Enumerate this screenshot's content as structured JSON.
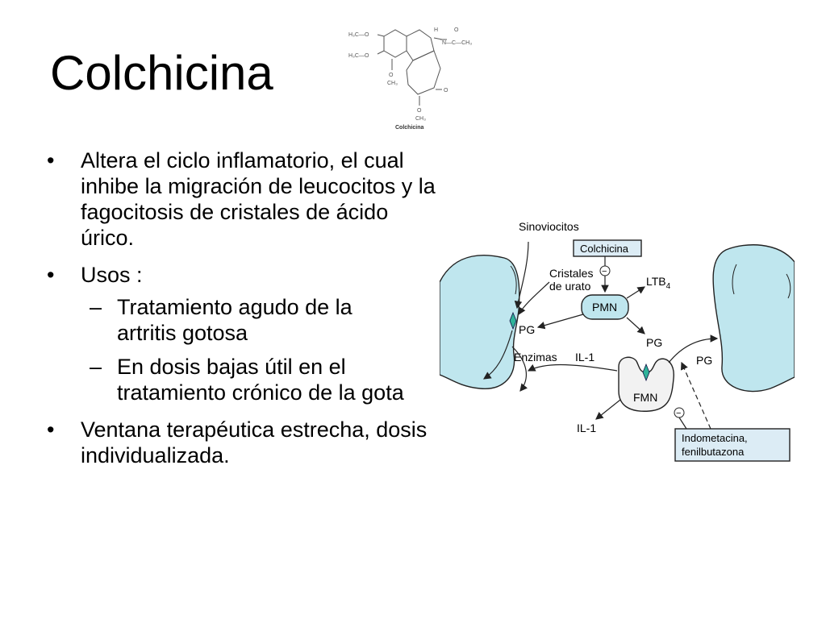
{
  "slide": {
    "title": "Colchicina",
    "bullets": [
      "Altera el ciclo inflamatorio, el cual inhibe la migración de leucocitos y la fagocitosis de cristales de ácido úrico.",
      "Usos :"
    ],
    "sub_bullets": [
      "Tratamiento agudo de la artritis gotosa",
      "En dosis bajas útil en el tratamiento crónico de la gota"
    ],
    "last_bullet": "Ventana terapéutica estrecha, dosis individualizada.",
    "bullet_symbol": "•",
    "sub_symbol": "–"
  },
  "structure": {
    "caption": "Colchicina",
    "labels": {
      "methoxy1": "H₃C—O",
      "methoxy2": "H₃C—O",
      "o_low": "O",
      "ch3_low": "CH₃",
      "h": "H",
      "o_top": "O",
      "n_acyl": "N—C—CH₃",
      "o_ketone": "O",
      "o_methoxy": "O",
      "ch3_methoxy": "CH₃"
    }
  },
  "diagram": {
    "labels": {
      "sinoviocitos": "Sinoviocitos",
      "colchicina": "Colchicina",
      "cristales": "Cristales",
      "de_urato": "de urato",
      "ltb4": "LTB",
      "ltb4_sub": "4",
      "pmn": "PMN",
      "pg_left": "PG",
      "pg_right": "PG",
      "pg_far": "PG",
      "enzimas": "Enzimas",
      "il1_top": "IL-1",
      "il1_bottom": "IL-1",
      "fmn": "FMN",
      "indometacina": "Indometacina,",
      "fenilbutazona": "fenilbutazona",
      "minus": "−"
    },
    "colors": {
      "cell_fill": "#bfe6ee",
      "box_fill": "#dcecf5",
      "crystal": "#2fb39a",
      "fmn_fill": "#f2f2f2"
    }
  }
}
